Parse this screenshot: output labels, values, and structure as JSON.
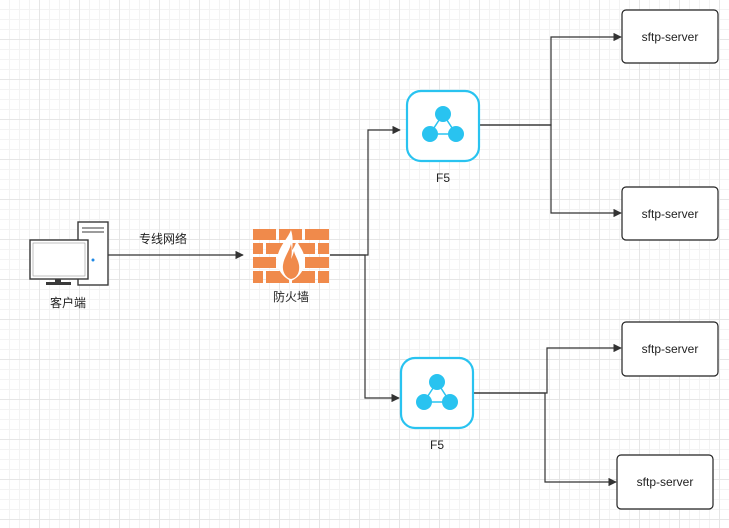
{
  "nodes": {
    "client": {
      "label": "客户端",
      "icon": "desktop-computer-icon"
    },
    "firewall": {
      "label": "防火墙",
      "icon": "firewall-icon",
      "color": "#f08a4b"
    },
    "f5_top": {
      "label": "F5",
      "icon": "load-balancer-icon",
      "color": "#29c3f0"
    },
    "f5_bottom": {
      "label": "F5",
      "icon": "load-balancer-icon",
      "color": "#29c3f0"
    },
    "servers": [
      {
        "label": "sftp-server"
      },
      {
        "label": "sftp-server"
      },
      {
        "label": "sftp-server"
      },
      {
        "label": "sftp-server"
      }
    ]
  },
  "edges": {
    "client_to_firewall": {
      "label": "专线网络"
    }
  }
}
